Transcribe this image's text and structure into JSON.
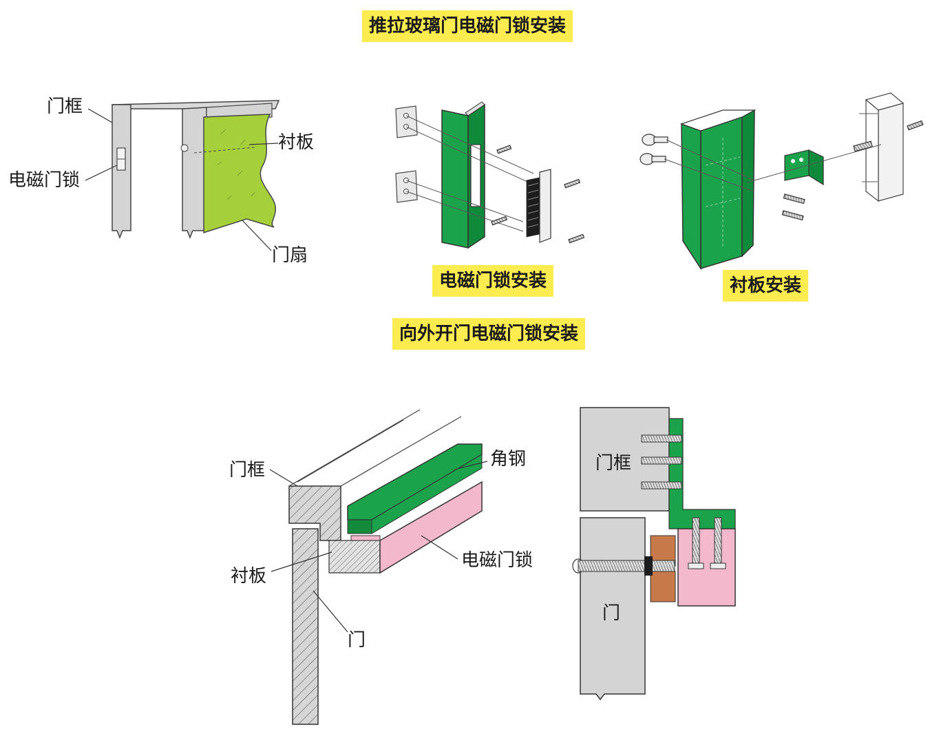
{
  "titles": {
    "main": "推拉玻璃门电磁门锁安装",
    "section2": "向外开门电磁门锁安装"
  },
  "captions": {
    "lock_install": "电磁门锁安装",
    "plate_install": "衬板安装"
  },
  "sliding_door_labels": {
    "frame": "门框",
    "lock": "电磁门锁",
    "plate": "衬板",
    "leaf": "门扇"
  },
  "outward_labels": {
    "frame": "门框",
    "angle_steel": "角钢",
    "plate": "衬板",
    "lock": "电磁门锁",
    "door": "门"
  },
  "section_labels": {
    "frame": "门框",
    "door": "门"
  },
  "colors": {
    "highlight": "#fcec50",
    "green": "#1aa34a",
    "lime": "#a6d03a",
    "pink": "#f4b8cc",
    "gray": "#d4d4d4",
    "brown": "#c8794a"
  }
}
